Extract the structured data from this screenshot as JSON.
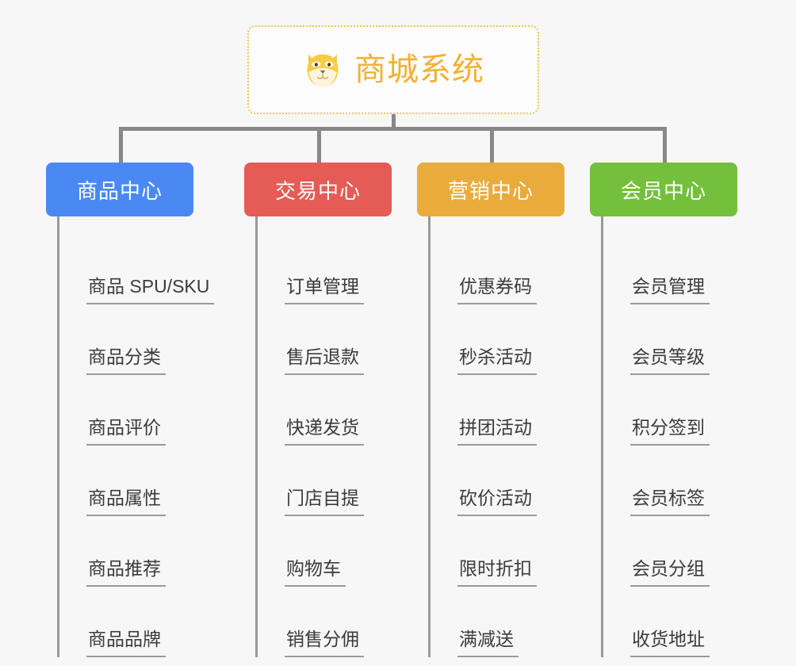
{
  "root": {
    "title": "商城系统",
    "icon": "dog-face-icon",
    "border_color": "#f0c24b",
    "text_color": "#f2b134"
  },
  "canvas": {
    "background": "#f7f7f7",
    "connector_color": "#888888"
  },
  "branches": [
    {
      "label": "商品中心",
      "color": "#4a89f3",
      "items": [
        "商品 SPU/SKU",
        "商品分类",
        "商品评价",
        "商品属性",
        "商品推荐",
        "商品品牌"
      ]
    },
    {
      "label": "交易中心",
      "color": "#e55b55",
      "items": [
        "订单管理",
        "售后退款",
        "快递发货",
        "门店自提",
        "购物车",
        "销售分佣"
      ]
    },
    {
      "label": "营销中心",
      "color": "#e9ab3c",
      "items": [
        "优惠券码",
        "秒杀活动",
        "拼团活动",
        "砍价活动",
        "限时折扣",
        "满减送"
      ]
    },
    {
      "label": "会员中心",
      "color": "#74c03c",
      "items": [
        "会员管理",
        "会员等级",
        "积分签到",
        "会员标签",
        "会员分组",
        "收货地址"
      ]
    }
  ]
}
